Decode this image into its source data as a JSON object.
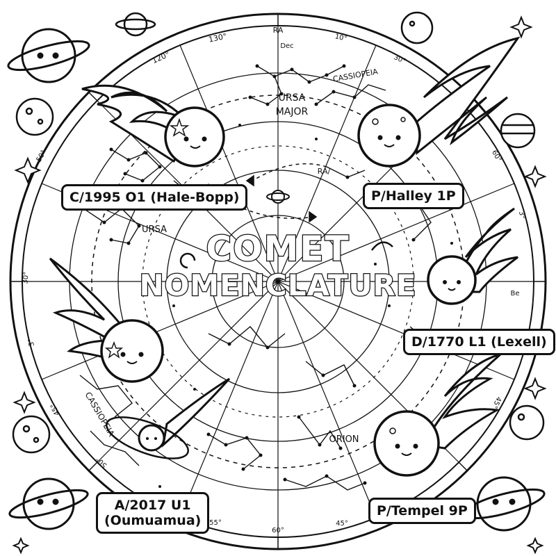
{
  "title": {
    "line1": "COMET",
    "line2": "NOMENCLATURE"
  },
  "comet_labels": {
    "hale_bopp": "C/1995 O1 (Hale-Bopp)",
    "halley": "P/Halley 1P",
    "lexell": "D/1770 L1 (Lexell)",
    "oumuamua_line1": "A/2017 U1",
    "oumuamua_line2": "(Oumuamua)",
    "tempel": "P/Tempel 9P"
  },
  "star_map": {
    "constellations": {
      "ursa_major": [
        "URSA",
        "MAJOR"
      ],
      "cassiopeia_top": "CASSIOPEIA",
      "ursa_left": "URSA",
      "cassiopeia_left": "CASSIOPEIA",
      "orion": "ORION"
    },
    "coordinate_labels": {
      "ra": "RA",
      "dec": "Dec",
      "ra_inner": "RA/",
      "be": "Be"
    },
    "degree_ticks": {
      "t130": "130°",
      "t120": "120°",
      "t10": "10°",
      "t30_top": "30°",
      "t50": "50°",
      "t60": "60°",
      "t30_left": "30°",
      "t3": "3°",
      "t3_left": "3°",
      "t45_left": "45°",
      "t45_right": "45°",
      "t50_bottom": "50°",
      "t55": "55°",
      "t60_bottom": "60°",
      "t45_bottom": "45°"
    }
  }
}
